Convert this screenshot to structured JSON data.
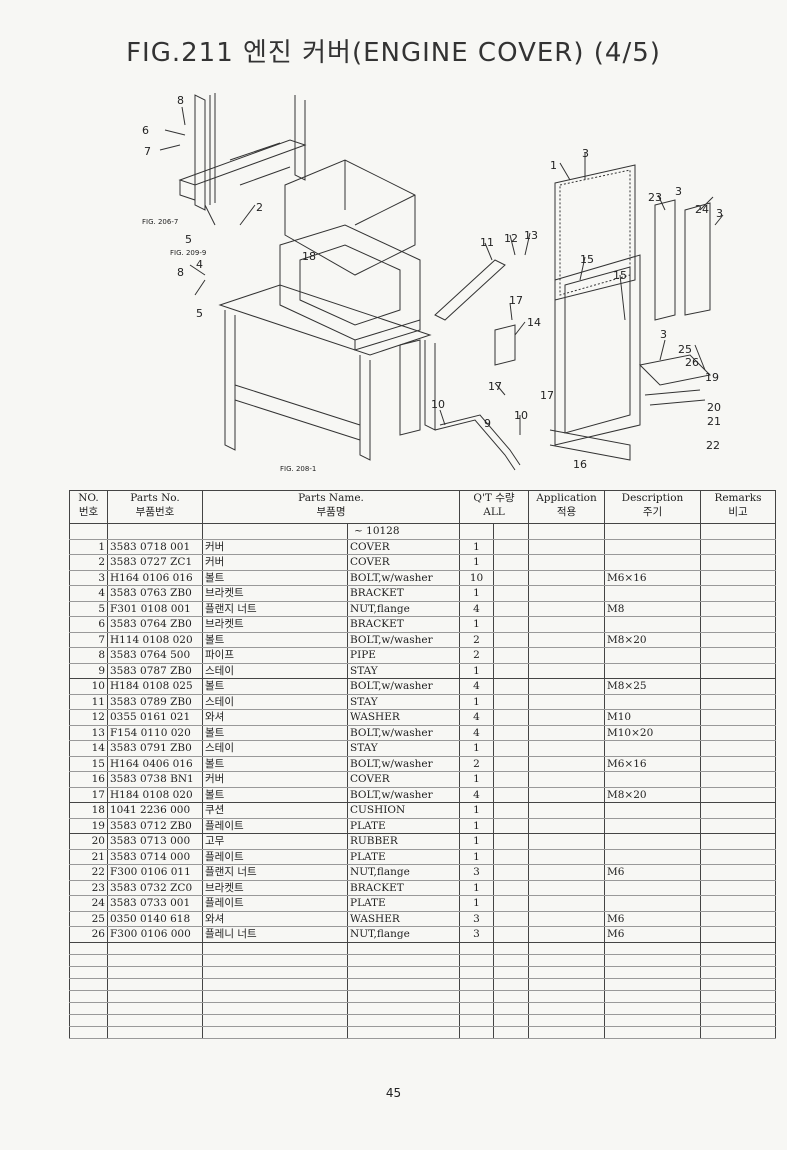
{
  "title": "FIG.211 엔진 커버(ENGINE COVER) (4/5)",
  "diagram": {
    "callouts": [
      "8",
      "6",
      "7",
      "5",
      "2",
      "18",
      "8",
      "4",
      "5",
      "1",
      "3",
      "23",
      "3",
      "24",
      "3",
      "11",
      "12",
      "13",
      "15",
      "15",
      "17",
      "14",
      "3",
      "25",
      "26",
      "19",
      "17",
      "17",
      "20",
      "21",
      "10",
      "10",
      "9",
      "22",
      "16"
    ],
    "fig_refs": [
      "FIG. 206-7",
      "FIG. 209-9",
      "FIG. 208-1"
    ]
  },
  "table": {
    "headers": {
      "no": "NO.",
      "no_kr": "번호",
      "parts_no": "Parts No.",
      "parts_no_kr": "부품번호",
      "parts_name": "Parts Name.",
      "parts_name_kr": "부품명",
      "qty": "Q'T 수량",
      "qty_all": "ALL",
      "application": "Application",
      "application_kr": "적용",
      "description": "Description",
      "description_kr": "주기",
      "remarks": "Remarks",
      "remarks_kr": "비고"
    },
    "serial_range": "~ 10128",
    "rows": [
      {
        "no": "1",
        "pn": "3583 0718 001",
        "kr": "커버",
        "en": "COVER",
        "qty": "1",
        "desc": ""
      },
      {
        "no": "2",
        "pn": "3583 0727 ZC1",
        "kr": "커버",
        "en": "COVER",
        "qty": "1",
        "desc": ""
      },
      {
        "no": "3",
        "pn": "H164 0106 016",
        "kr": "볼트",
        "en": "BOLT,w/washer",
        "qty": "10",
        "desc": "M6×16"
      },
      {
        "no": "4",
        "pn": "3583 0763 ZB0",
        "kr": "브라켓트",
        "en": "BRACKET",
        "qty": "1",
        "desc": ""
      },
      {
        "no": "5",
        "pn": "F301 0108 001",
        "kr": "플랜지 너트",
        "en": "NUT,flange",
        "qty": "4",
        "desc": "M8"
      },
      {
        "no": "6",
        "pn": "3583 0764 ZB0",
        "kr": "브라켓트",
        "en": "BRACKET",
        "qty": "1",
        "desc": ""
      },
      {
        "no": "7",
        "pn": "H114 0108 020",
        "kr": "볼트",
        "en": "BOLT,w/washer",
        "qty": "2",
        "desc": "M8×20"
      },
      {
        "no": "8",
        "pn": "3583 0764 500",
        "kr": "파이프",
        "en": "PIPE",
        "qty": "2",
        "desc": ""
      },
      {
        "no": "9",
        "pn": "3583 0787 ZB0",
        "kr": "스테이",
        "en": "STAY",
        "qty": "1",
        "desc": ""
      },
      {
        "no": "10",
        "pn": "H184 0108 025",
        "kr": "볼트",
        "en": "BOLT,w/washer",
        "qty": "4",
        "desc": "M8×25"
      },
      {
        "no": "11",
        "pn": "3583 0789 ZB0",
        "kr": "스테이",
        "en": "STAY",
        "qty": "1",
        "desc": ""
      },
      {
        "no": "12",
        "pn": "0355 0161 021",
        "kr": "와셔",
        "en": "WASHER",
        "qty": "4",
        "desc": "M10"
      },
      {
        "no": "13",
        "pn": "F154 0110 020",
        "kr": "볼트",
        "en": "BOLT,w/washer",
        "qty": "4",
        "desc": "M10×20"
      },
      {
        "no": "14",
        "pn": "3583 0791 ZB0",
        "kr": "스테이",
        "en": "STAY",
        "qty": "1",
        "desc": ""
      },
      {
        "no": "15",
        "pn": "H164 0406 016",
        "kr": "볼트",
        "en": "BOLT,w/washer",
        "qty": "2",
        "desc": "M6×16"
      },
      {
        "no": "16",
        "pn": "3583 0738 BN1",
        "kr": "커버",
        "en": "COVER",
        "qty": "1",
        "desc": ""
      },
      {
        "no": "17",
        "pn": "H184 0108 020",
        "kr": "볼트",
        "en": "BOLT,w/washer",
        "qty": "4",
        "desc": "M8×20"
      },
      {
        "no": "18",
        "pn": "1041 2236 000",
        "kr": "쿠션",
        "en": "CUSHION",
        "qty": "1",
        "desc": ""
      },
      {
        "no": "19",
        "pn": "3583 0712 ZB0",
        "kr": "플레이트",
        "en": "PLATE",
        "qty": "1",
        "desc": ""
      },
      {
        "no": "20",
        "pn": "3583 0713 000",
        "kr": "고무",
        "en": "RUBBER",
        "qty": "1",
        "desc": ""
      },
      {
        "no": "21",
        "pn": "3583 0714 000",
        "kr": "플레이트",
        "en": "PLATE",
        "qty": "1",
        "desc": ""
      },
      {
        "no": "22",
        "pn": "F300 0106 011",
        "kr": "플랜지 너트",
        "en": "NUT,flange",
        "qty": "3",
        "desc": "M6"
      },
      {
        "no": "23",
        "pn": "3583 0732 ZC0",
        "kr": "브라켓트",
        "en": "BRACKET",
        "qty": "1",
        "desc": ""
      },
      {
        "no": "24",
        "pn": "3583 0733 001",
        "kr": "플레이트",
        "en": "PLATE",
        "qty": "1",
        "desc": ""
      },
      {
        "no": "25",
        "pn": "0350 0140 618",
        "kr": "와셔",
        "en": "WASHER",
        "qty": "3",
        "desc": "M6"
      },
      {
        "no": "26",
        "pn": "F300 0106 000",
        "kr": "플레니 너트",
        "en": "NUT,flange",
        "qty": "3",
        "desc": "M6"
      }
    ],
    "empty_rows": 8
  },
  "page_number": "45"
}
